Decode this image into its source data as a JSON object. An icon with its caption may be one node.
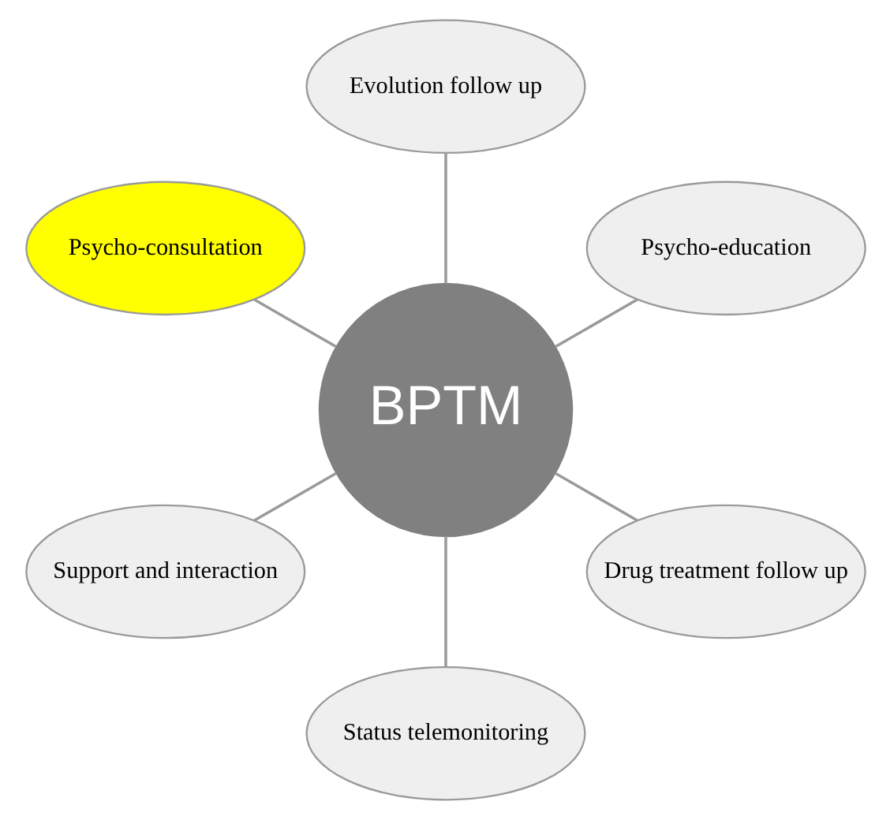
{
  "diagram": {
    "nodes": [
      {
        "text": [
          "Psycho-education"
        ]
      },
      {
        "text": [
          "Evolution follow up"
        ]
      },
      {
        "text": [
          "Psycho-consultation"
        ]
      },
      {
        "text": [
          "BPTM"
        ]
      },
      {
        "text": [
          "Support and interaction"
        ]
      },
      {
        "text": [
          "Status telemonitoring"
        ]
      },
      {
        "text": [
          "Drug treatment follow up"
        ]
      }
    ],
    "edges": [
      {
        "from": 3,
        "to": 0,
        "arrow": "none"
      },
      {
        "from": 3,
        "to": 2,
        "arrow": "none"
      },
      {
        "from": 3,
        "to": 5,
        "arrow": "none"
      },
      {
        "from": 3,
        "to": 6,
        "arrow": "none"
      },
      {
        "from": 3,
        "to": 4,
        "arrow": "none"
      },
      {
        "from": 3,
        "to": 1,
        "arrow": "none"
      }
    ]
  }
}
